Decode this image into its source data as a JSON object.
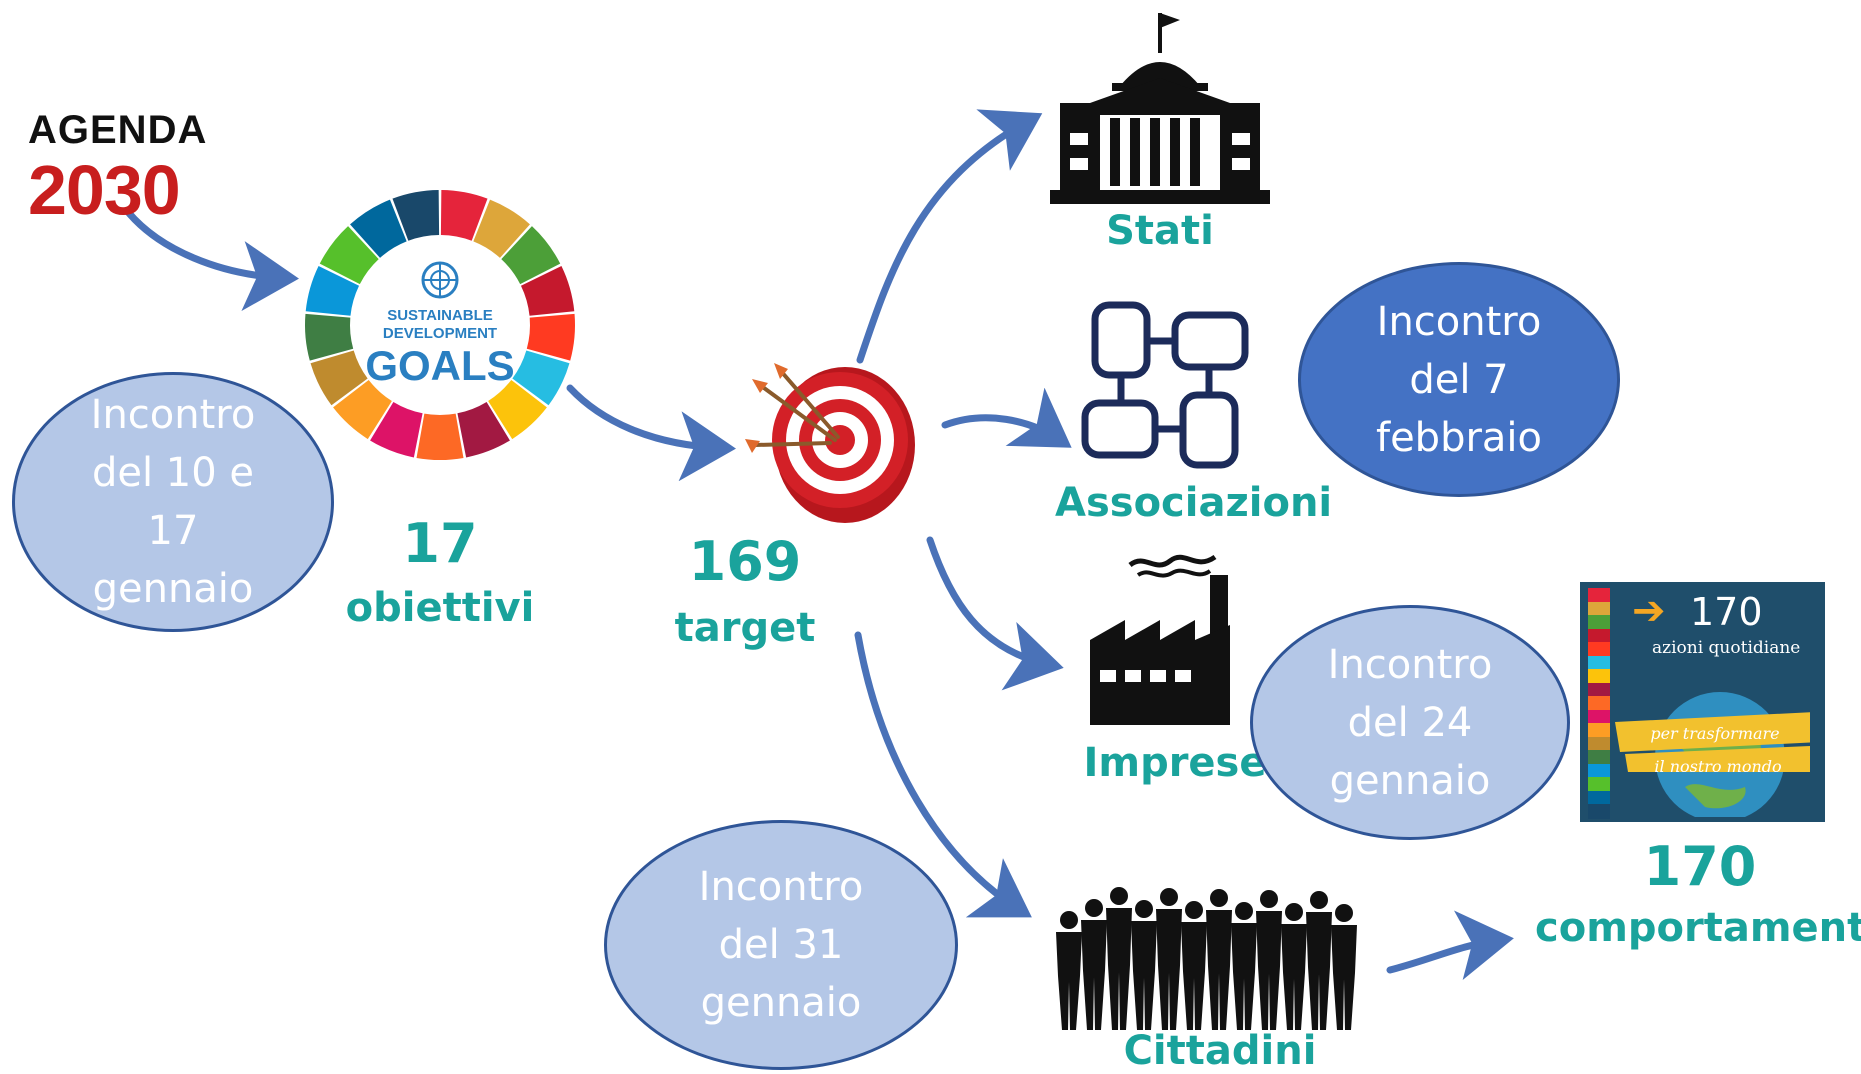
{
  "agenda": {
    "word": "AGENDA",
    "year": "2030"
  },
  "sdg_wheel": {
    "line1": "SUSTAINABLE",
    "line2": "DEVELOPMENT",
    "line3": "GOALS",
    "colors": [
      "#e5243b",
      "#dda63a",
      "#4c9f38",
      "#c5192d",
      "#ff3a21",
      "#26bde2",
      "#fcc30b",
      "#a21942",
      "#fd6925",
      "#dd1367",
      "#fd9d24",
      "#bf8b2e",
      "#3f7e44",
      "#0a97d9",
      "#56c02b",
      "#00689d",
      "#19486a"
    ]
  },
  "counts": {
    "goals_number": "17",
    "goals_label": "obiettivi",
    "targets_number": "169",
    "targets_label": "target",
    "behaviours_number": "170",
    "behaviours_label": "comportamenti"
  },
  "actors": {
    "states": "Stati",
    "associations": "Associazioni",
    "companies": "Imprese",
    "citizens": "Cittadini"
  },
  "meetings": {
    "m1": "Incontro\ndel 10 e\n17\ngennaio",
    "m2": "Incontro\ndel 7\nfebbraio",
    "m3": "Incontro\ndel 24\ngennaio",
    "m4": "Incontro\ndel 31\ngennaio"
  },
  "book": {
    "number": "170",
    "subtitle": "azioni quotidiane",
    "banner1": "per trasformare",
    "banner2": "il nostro mondo"
  },
  "colors": {
    "teal": "#1aa39c",
    "arrow": "#4a72b8",
    "oval_light": "#b4c7e7",
    "oval_dark": "#4472c4",
    "target_red": "#d32027"
  },
  "icons": [
    "un-emblem-icon",
    "dartboard-icon",
    "capitol-building-icon",
    "joined-hands-icon",
    "factory-icon",
    "crowd-silhouette-icon",
    "flow-arrow-icon"
  ]
}
